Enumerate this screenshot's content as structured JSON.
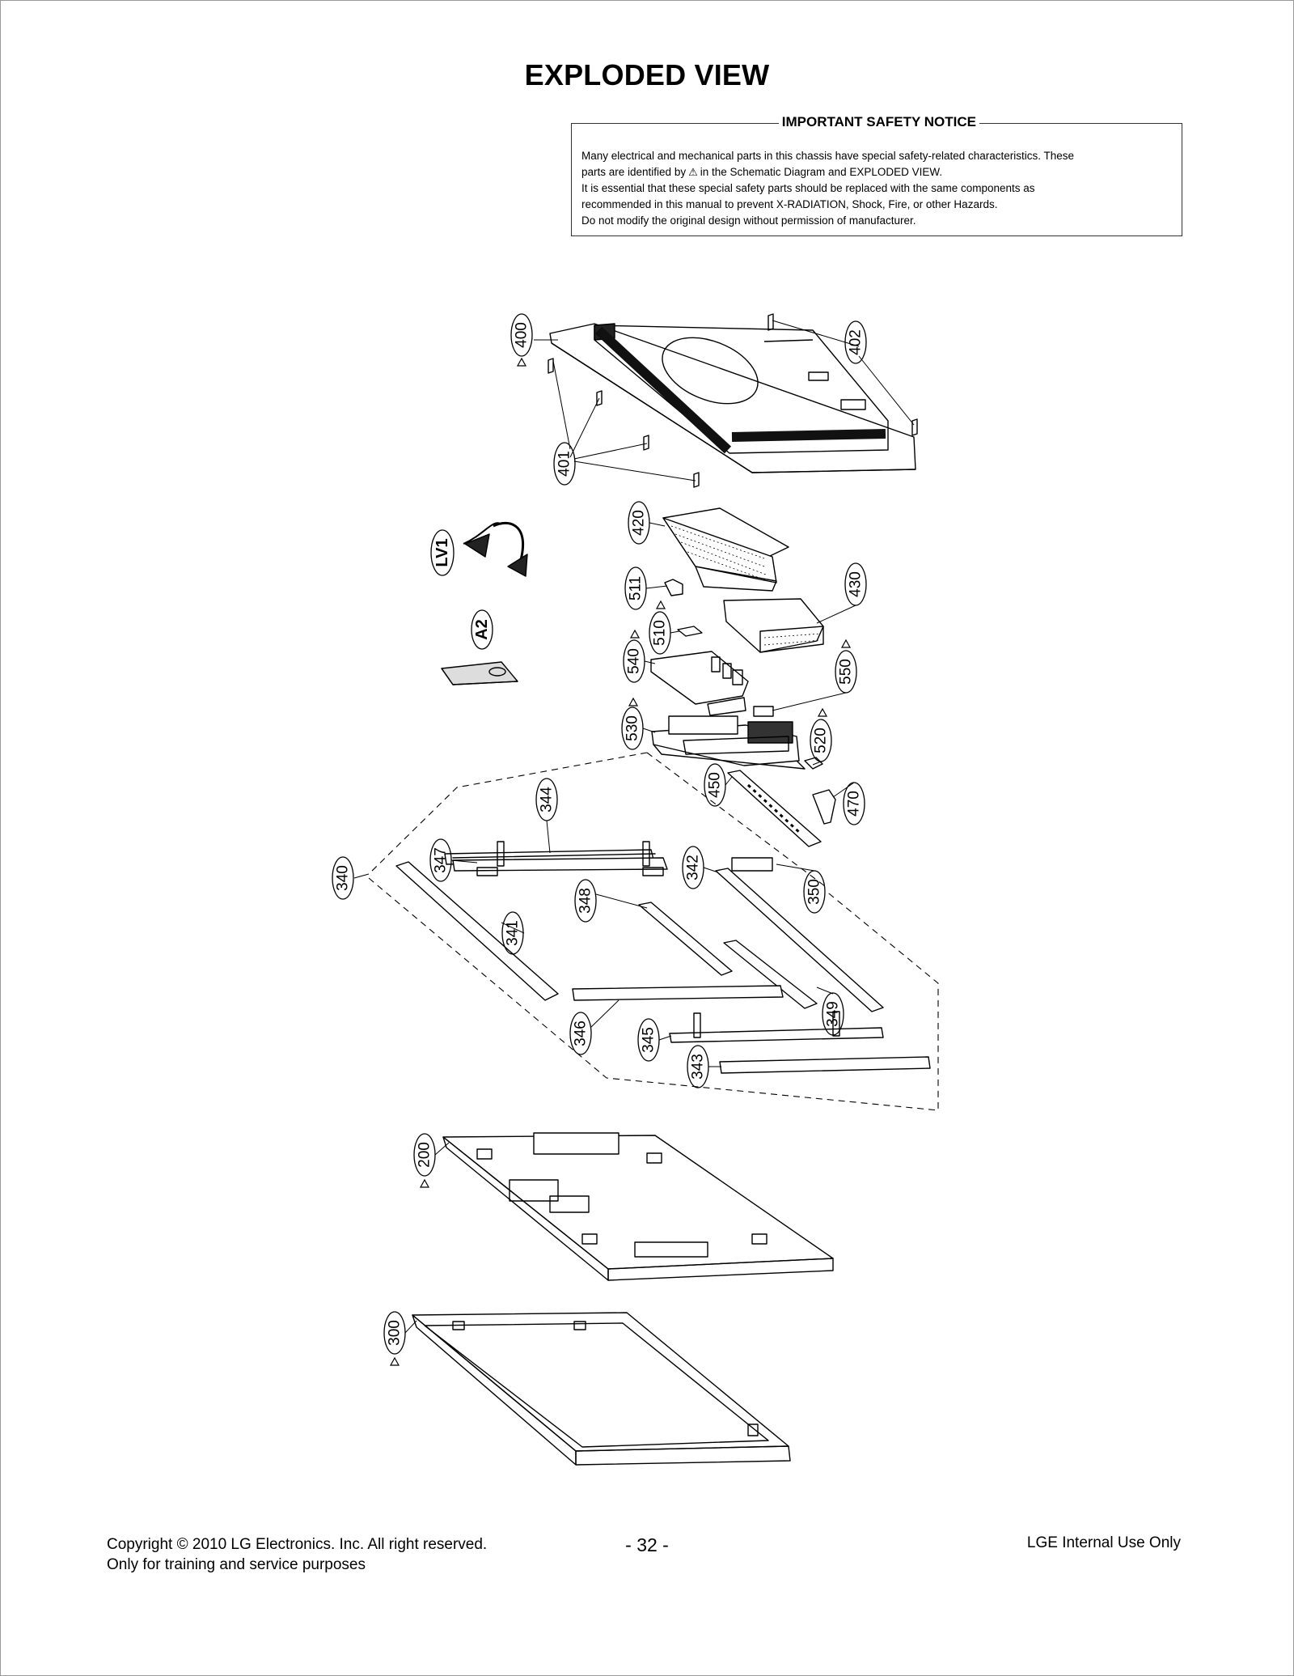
{
  "page": {
    "title": "EXPLODED VIEW"
  },
  "notice": {
    "title": "IMPORTANT SAFETY NOTICE",
    "line1": "Many electrical and mechanical parts in this chassis have special safety-related characteristics. These",
    "line2_before": "parts are identified by",
    "line2_after": "in the Schematic Diagram and EXPLODED VIEW.",
    "line3": "It is essential that these special safety parts should be replaced with the same components as",
    "line4": "recommended in this manual to prevent X-RADIATION, Shock, Fire, or other Hazards.",
    "line5": "Do not modify the original design without permission of manufacturer."
  },
  "callouts": {
    "c400": "400",
    "c401": "401",
    "c402": "402",
    "cLV1": "LV1",
    "cA2": "A2",
    "c420": "420",
    "c430": "430",
    "c511": "511",
    "c510": "510",
    "c540": "540",
    "c550": "550",
    "c530": "530",
    "c520": "520",
    "c450": "450",
    "c470": "470",
    "c340": "340",
    "c341": "341",
    "c342": "342",
    "c343": "343",
    "c344": "344",
    "c345": "345",
    "c346": "346",
    "c347": "347",
    "c348": "348",
    "c349": "349",
    "c350": "350",
    "c200": "200",
    "c300": "300"
  },
  "footer": {
    "copyright": "Copyright © 2010 LG Electronics. Inc. All right reserved.",
    "purpose": "Only for training and service purposes",
    "page_number": "- 32 -",
    "internal": "LGE Internal Use Only"
  },
  "icons": {
    "safety_mark": "warning-triangle-icon"
  }
}
